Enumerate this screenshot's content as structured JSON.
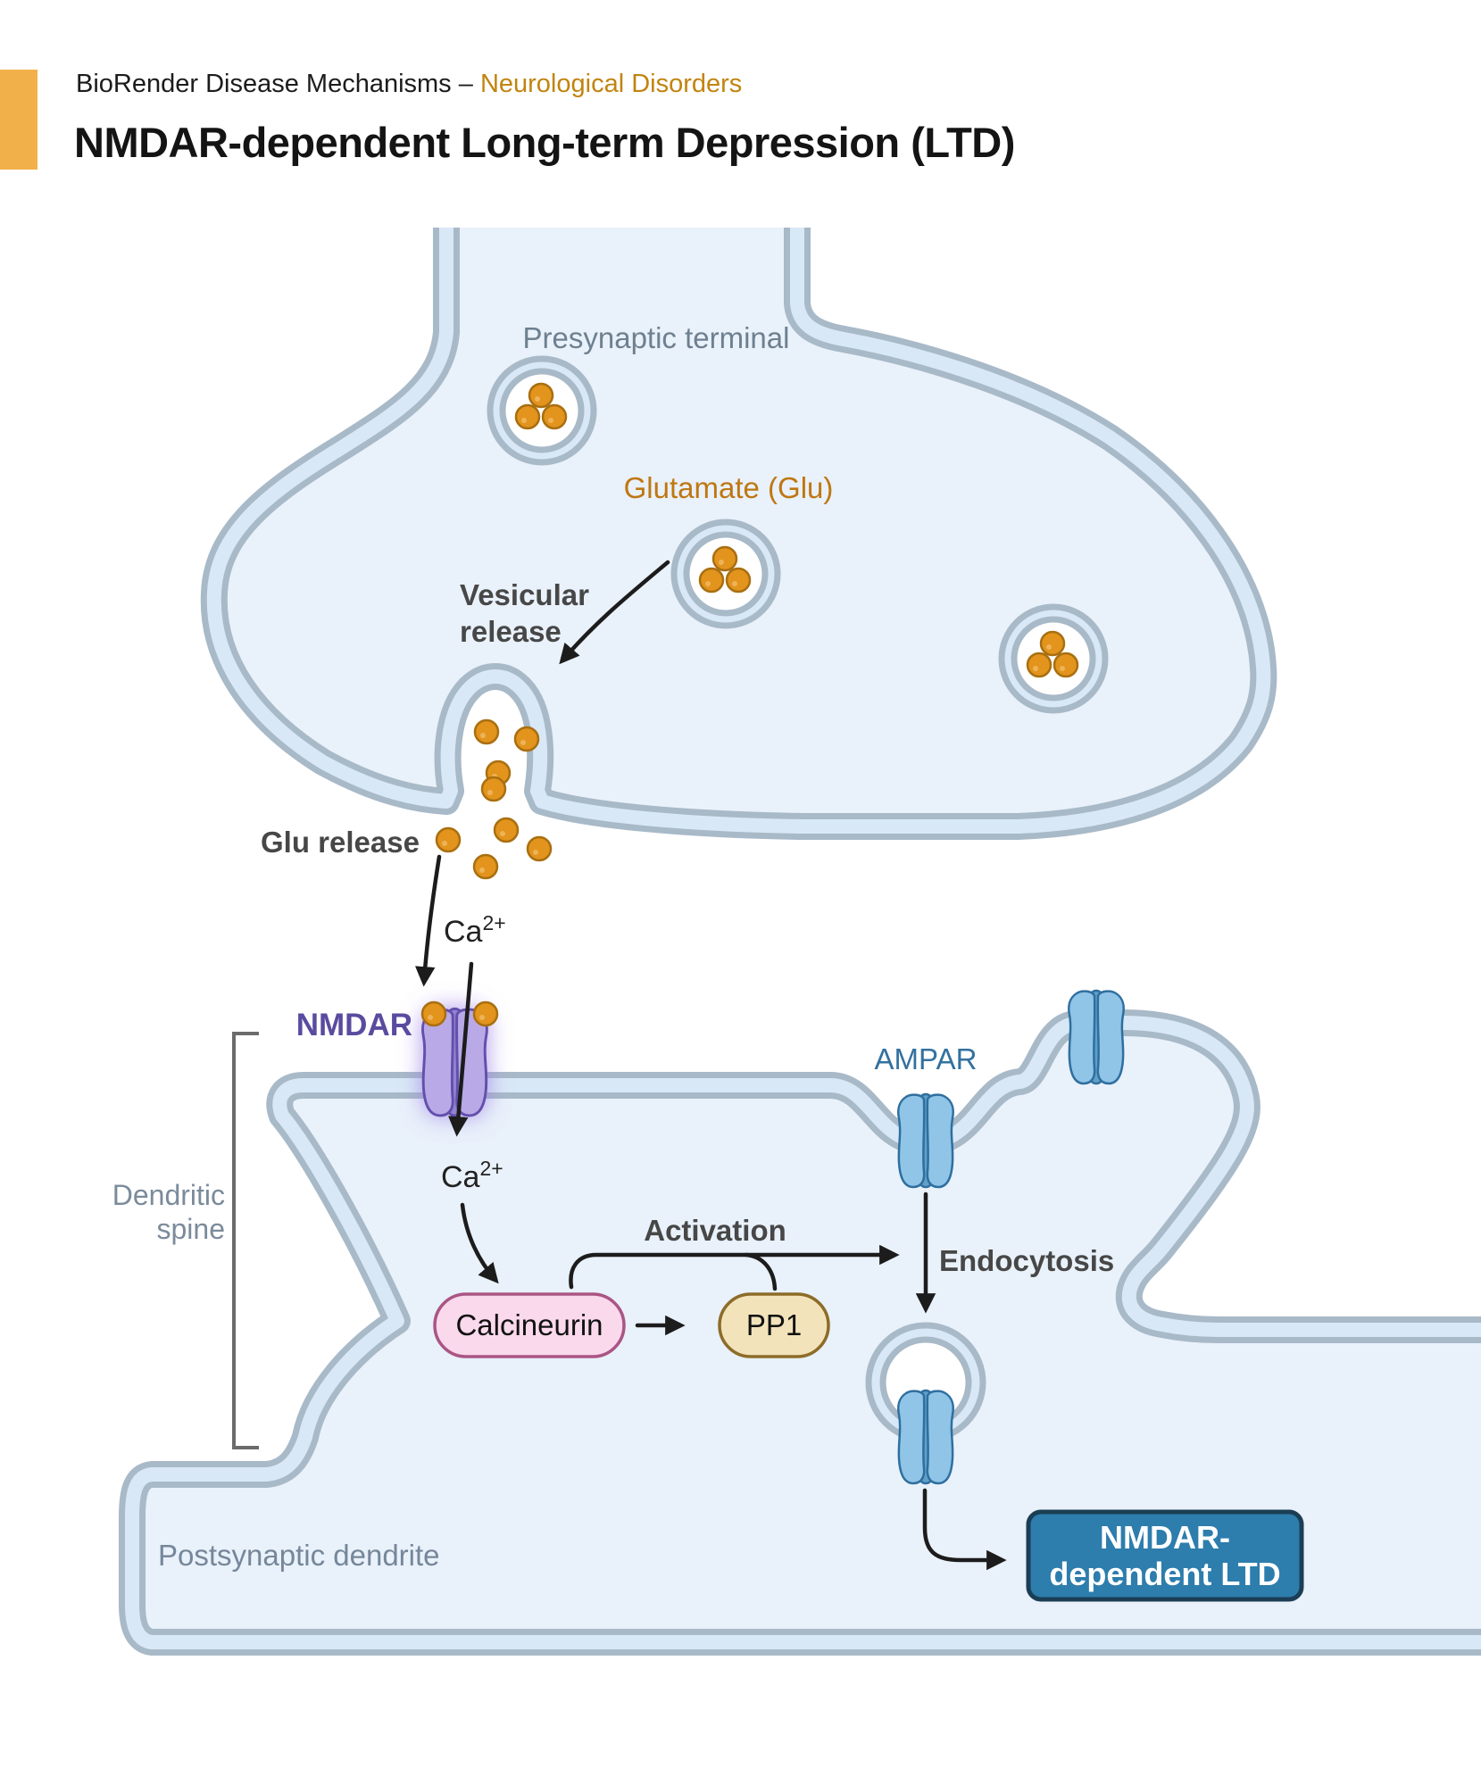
{
  "header": {
    "series_prefix": "BioRender Disease Mechanisms – ",
    "series_highlight": "Neurological Disorders",
    "title": "NMDAR-dependent Long-term Depression (LTD)"
  },
  "labels": {
    "presynaptic_terminal": "Presynaptic terminal",
    "glutamate": "Glutamate (Glu)",
    "vesicular_release_line1": "Vesicular",
    "vesicular_release_line2": "release",
    "glu_release": "Glu release",
    "ca_base": "Ca",
    "ca_sup": "2+",
    "nmdar": "NMDAR",
    "ampar": "AMPAR",
    "dendritic_spine_line1": "Dendritic",
    "dendritic_spine_line2": "spine",
    "activation": "Activation",
    "endocytosis": "Endocytosis",
    "calcineurin": "Calcineurin",
    "pp1": "PP1",
    "postsynaptic_dendrite": "Postsynaptic dendrite",
    "ltd_box_line1": "NMDAR-",
    "ltd_box_line2": "dependent LTD"
  },
  "colors": {
    "logo_square": "#f2b04a",
    "series_highlight_text": "#c28410",
    "membrane_stroke": "#a8b9c8",
    "membrane_band": "#d9e8f6",
    "cytoplasm": "#e9f1fa",
    "glutamate_dot": "#e2941d",
    "glutamate_text": "#bf7712",
    "nmdar_text": "#5b4b9f",
    "nmdar_channel": "#b9a9e6",
    "ampar_text": "#33719f",
    "ampar_channel": "#90c5e8",
    "calcineurin_fill": "#f9d9eb",
    "calcineurin_stroke": "#aa5585",
    "pp1_fill": "#f2e3bb",
    "pp1_stroke": "#8c6c28",
    "ltd_box_fill": "#2d7dad",
    "ltd_box_stroke": "#1b3e55",
    "gray_label": "#6e8090",
    "arrow": "#1c1c1c"
  }
}
